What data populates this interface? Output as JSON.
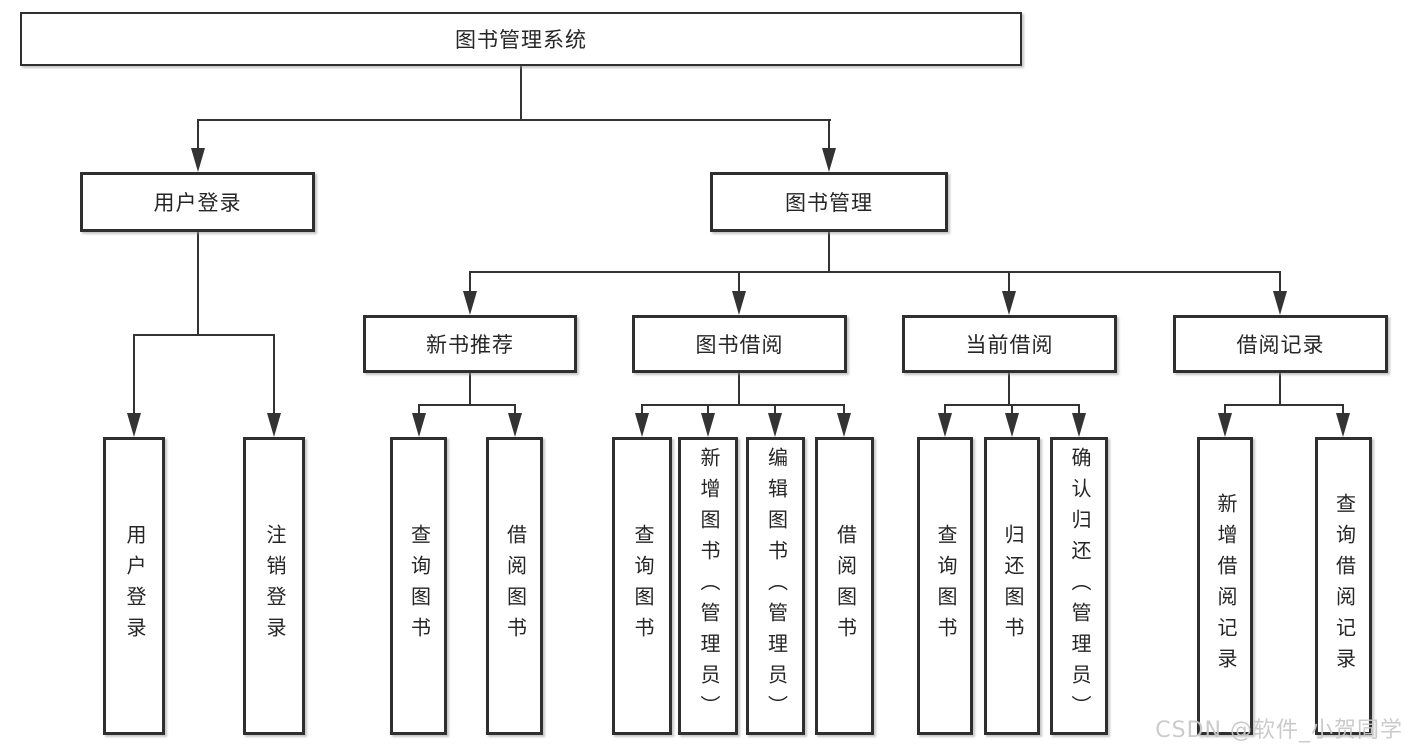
{
  "tree": {
    "label": "图书管理系统",
    "children": [
      {
        "label": "用户登录",
        "children": [
          {
            "label": "用户登录"
          },
          {
            "label": "注销登录"
          }
        ]
      },
      {
        "label": "图书管理",
        "children": [
          {
            "label": "新书推荐",
            "children": [
              {
                "label": "查询图书"
              },
              {
                "label": "借阅图书"
              }
            ]
          },
          {
            "label": "图书借阅",
            "children": [
              {
                "label": "查询图书"
              },
              {
                "label": "新增图书（管理员）"
              },
              {
                "label": "编辑图书（管理员）"
              },
              {
                "label": "借阅图书"
              }
            ]
          },
          {
            "label": "当前借阅",
            "children": [
              {
                "label": "查询图书"
              },
              {
                "label": "归还图书"
              },
              {
                "label": "确认归还（管理员）"
              }
            ]
          },
          {
            "label": "借阅记录",
            "children": [
              {
                "label": "新增借阅记录"
              },
              {
                "label": "查询借阅记录"
              }
            ]
          }
        ]
      }
    ]
  },
  "watermark": {
    "text": "CSDN @软件_小贺同学"
  },
  "colors": {
    "line": "#333333",
    "box_border": "#2f2f2f",
    "box_background": "#ffffff",
    "text": "#262626",
    "watermark": "#c8c8c8"
  }
}
